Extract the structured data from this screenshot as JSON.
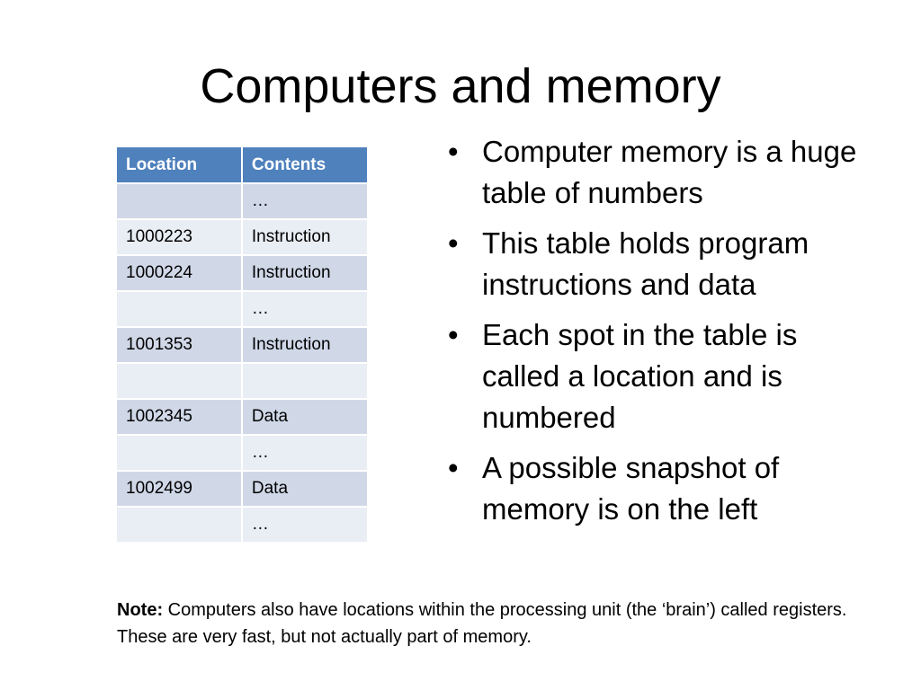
{
  "slide": {
    "title": "Computers and memory",
    "table": {
      "headers": [
        "Location",
        "Contents"
      ],
      "rows": [
        [
          "",
          "…"
        ],
        [
          "1000223",
          "Instruction"
        ],
        [
          "1000224",
          "Instruction"
        ],
        [
          "",
          "…"
        ],
        [
          "1001353",
          "Instruction"
        ],
        [
          "",
          ""
        ],
        [
          "1002345",
          "Data"
        ],
        [
          "",
          "…"
        ],
        [
          "1002499",
          "Data"
        ],
        [
          "",
          "…"
        ]
      ]
    },
    "bullets": [
      "Computer memory is a huge table of numbers",
      "This table holds program instructions and data",
      "Each spot in the table is called a location and is numbered",
      "A possible snapshot of memory is on the left"
    ],
    "bullet_glyph": "•",
    "note": {
      "label": "Note:",
      "text": " Computers also have locations within the processing unit (the ‘brain’) called registers. These are very fast, but not actually part of memory."
    },
    "colors": {
      "header_bg": "#4f81bd",
      "row_odd_bg": "#d0d8e8",
      "row_even_bg": "#e9edf4"
    }
  }
}
